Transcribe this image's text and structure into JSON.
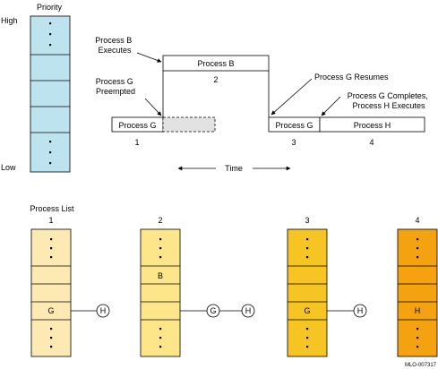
{
  "priority": {
    "title": "Priority",
    "high": "High",
    "low": "Low"
  },
  "timeline": {
    "process_b_executes": [
      "Process B",
      "Executes"
    ],
    "process_g_preempted": [
      "Process G",
      "Preempted"
    ],
    "process_g_resumes": "Process G Resumes",
    "process_g_completes": [
      "Process G Completes,",
      "Process H Executes"
    ],
    "box_g1": "Process G",
    "box_b": "Process B",
    "box_g3": "Process G",
    "box_h": "Process H",
    "step1": "1",
    "step2": "2",
    "step3": "3",
    "step4": "4",
    "time": "Time"
  },
  "process_list": {
    "title": "Process List",
    "columns": [
      {
        "number": "1",
        "slot3": "",
        "slot5": "G",
        "chain": [
          "H"
        ]
      },
      {
        "number": "2",
        "slot3": "B",
        "slot5": "",
        "chain": [
          "G",
          "H"
        ]
      },
      {
        "number": "3",
        "slot3": "",
        "slot5": "G",
        "chain": [
          "H"
        ]
      },
      {
        "number": "4",
        "slot3": "",
        "slot5": "H",
        "chain": []
      }
    ]
  },
  "footer": {
    "code": "MLO-007317"
  },
  "colors": {
    "priority_fill": "#bde3ee",
    "list1_fill": "#fdeab3",
    "list2_fill": "#fde58a",
    "list3_fill": "#f6c524",
    "list4_fill": "#f5a211",
    "preempted_fill": "#e2e2e2"
  }
}
